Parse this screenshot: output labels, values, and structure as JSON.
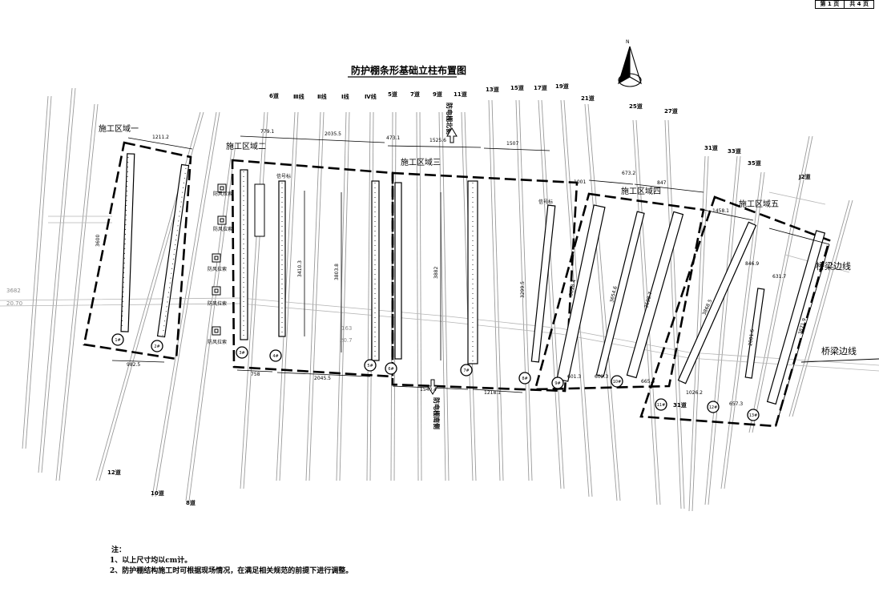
{
  "page": {
    "current": "第 1 页",
    "total": "共 4 页"
  },
  "title": "防护棚条形基础立柱布置图",
  "north": "N",
  "regions": [
    "施工区域一",
    "施工区域二",
    "施工区域三",
    "施工区域四",
    "施工区域五"
  ],
  "top_tracks": [
    {
      "label": "6道"
    },
    {
      "label": "Ⅲ线"
    },
    {
      "label": "Ⅱ线"
    },
    {
      "label": "Ⅰ线"
    },
    {
      "label": "Ⅳ线"
    },
    {
      "label": "5道"
    },
    {
      "label": "7道"
    },
    {
      "label": "9道"
    },
    {
      "label": "11道"
    },
    {
      "label": "13道"
    },
    {
      "label": "15道"
    },
    {
      "label": "17道"
    },
    {
      "label": "19道"
    },
    {
      "label": "21道"
    },
    {
      "label": "25道"
    },
    {
      "label": "27道"
    },
    {
      "label": "31道"
    },
    {
      "label": "33道"
    },
    {
      "label": "35道"
    },
    {
      "label": "J2道"
    }
  ],
  "bottom_tracks": [
    {
      "label": "12道"
    },
    {
      "label": "10道"
    },
    {
      "label": "8道"
    }
  ],
  "misc_labels": {
    "track_31_low": "31道",
    "left_mark1": "3682",
    "left_mark2": "20.70",
    "center_mark1": "163",
    "center_mark2": "20.7"
  },
  "bridge_labels": [
    "桥梁边线",
    "桥梁边线"
  ],
  "canopy_labels": [
    "防电棚北侧",
    "防电棚南侧"
  ],
  "signal_labels": [
    "信号标",
    "信号标"
  ],
  "wind_label": "防风拉索",
  "dimensions": [
    "1211.2",
    "779.1",
    "2035.5",
    "473.1",
    "1525.6",
    "1507",
    "1001",
    "673.2",
    "847",
    "1458.1",
    "3600",
    "3410.3",
    "3803.8",
    "3882",
    "3299.5",
    "3698.4",
    "3654.6",
    "3698.7",
    "3868.5",
    "2001.6",
    "3871.9",
    "846.9",
    "631.7",
    "982.5",
    "758",
    "2045.5",
    "1540.4",
    "1218.1",
    "601.3",
    "602.3",
    "665.5",
    "1026.2",
    "657.3"
  ],
  "pile_labels": [
    "1#",
    "2#",
    "3#",
    "4#",
    "5#",
    "6#",
    "7#",
    "8#",
    "9#",
    "10#",
    "11#",
    "12#",
    "13#"
  ],
  "notes": {
    "heading": "注：",
    "items": [
      "1、以上尺寸均以cm计。",
      "2、防护棚结构施工时可根据现场情况，在满足相关规范的前提下进行调整。"
    ]
  },
  "colors": {
    "ink": "#000000",
    "track": "#8c8c8c",
    "light": "#bdbdbd"
  }
}
